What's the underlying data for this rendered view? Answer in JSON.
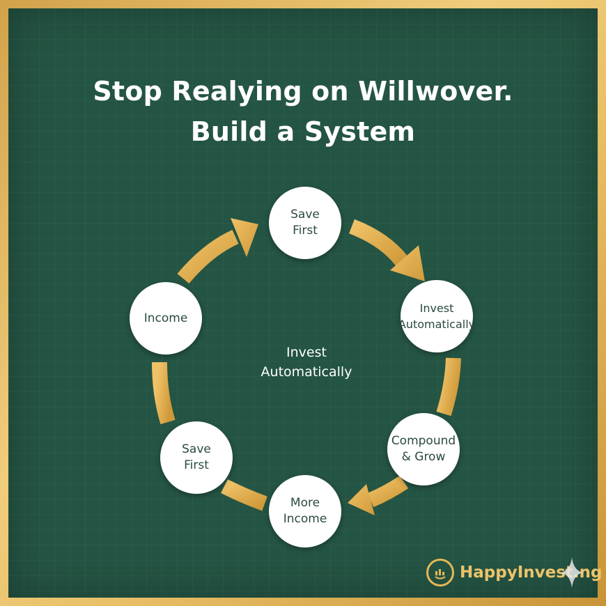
{
  "title": {
    "line1": "Stop Realying on Willwover.",
    "line2": "Build a System"
  },
  "cycle": {
    "nodes": [
      {
        "id": "save-first-top",
        "label": "Save\nFirst"
      },
      {
        "id": "invest-automatically",
        "label": "Invest\nAutomatically"
      },
      {
        "id": "compound-grow",
        "label": "Compound\n& Grow"
      },
      {
        "id": "more-income",
        "label": "More\nIncome"
      },
      {
        "id": "save-first-left",
        "label": "Save\nFirst"
      },
      {
        "id": "income",
        "label": "Income"
      }
    ],
    "center_label": "Invest\nAutomatically",
    "arrow_color": "#e2ad48",
    "node_color": "#ffffff",
    "node_text_color": "#2a4a3d"
  },
  "brand": {
    "name": "HappyInvest.ng",
    "icon": "chart-face-icon"
  },
  "colors": {
    "background": "#245443",
    "frame": "#e0b35a"
  }
}
